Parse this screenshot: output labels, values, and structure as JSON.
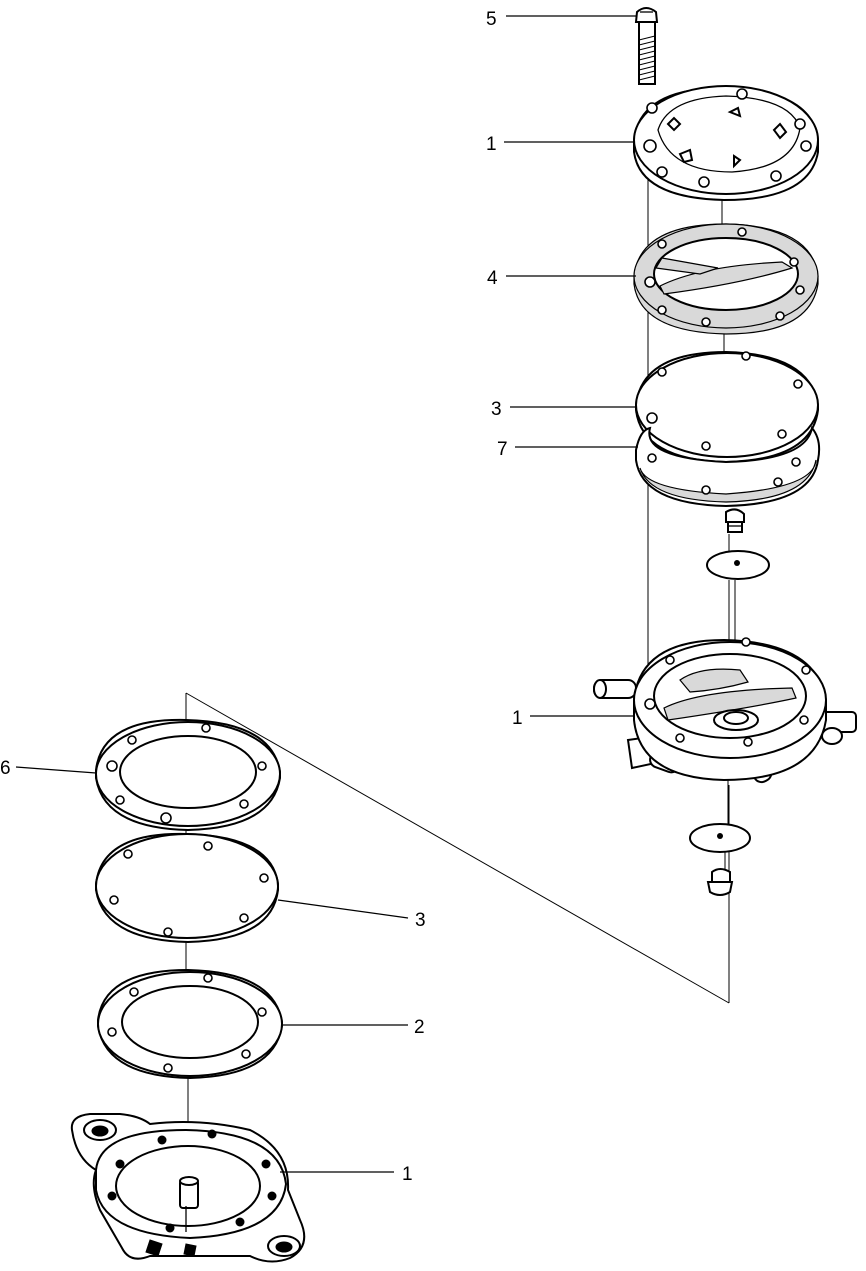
{
  "callouts": {
    "screw": "5",
    "cover_top": "1",
    "gasket_4": "4",
    "diaphragm_3_top": "3",
    "gasket_7": "7",
    "pump_body": "1",
    "gasket_6": "6",
    "diaphragm_3_bottom": "3",
    "gasket_2": "2",
    "base": "1"
  }
}
